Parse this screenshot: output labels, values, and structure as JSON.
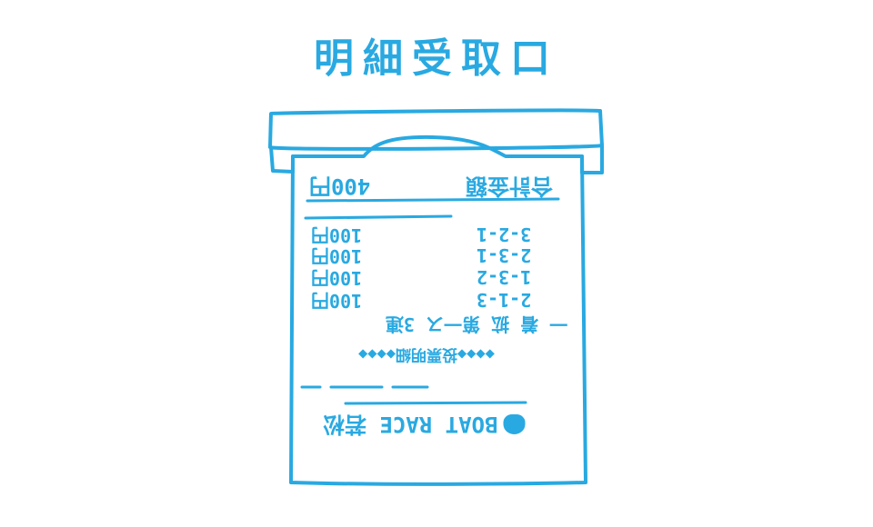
{
  "colors": {
    "ink": "#29a9e1",
    "background": "#ffffff"
  },
  "header": {
    "title": "明細受取口"
  },
  "receipt": {
    "orientation": "upside-down",
    "total_label": "合計金額",
    "total_amount": "400円",
    "tickets": [
      {
        "combination": "3-2-1",
        "amount": "100円"
      },
      {
        "combination": "2-3-1",
        "amount": "100円"
      },
      {
        "combination": "1-3-2",
        "amount": "100円"
      },
      {
        "combination": "2-1-3",
        "amount": "100円"
      }
    ],
    "race_info": "一 着 拡 第一ス 3連",
    "decor_line": "◆◆◆◆投票明細◆◆◆◆",
    "logo_icon": "boat-race-wave-icon",
    "brand": "BOAT RACE 若松"
  }
}
